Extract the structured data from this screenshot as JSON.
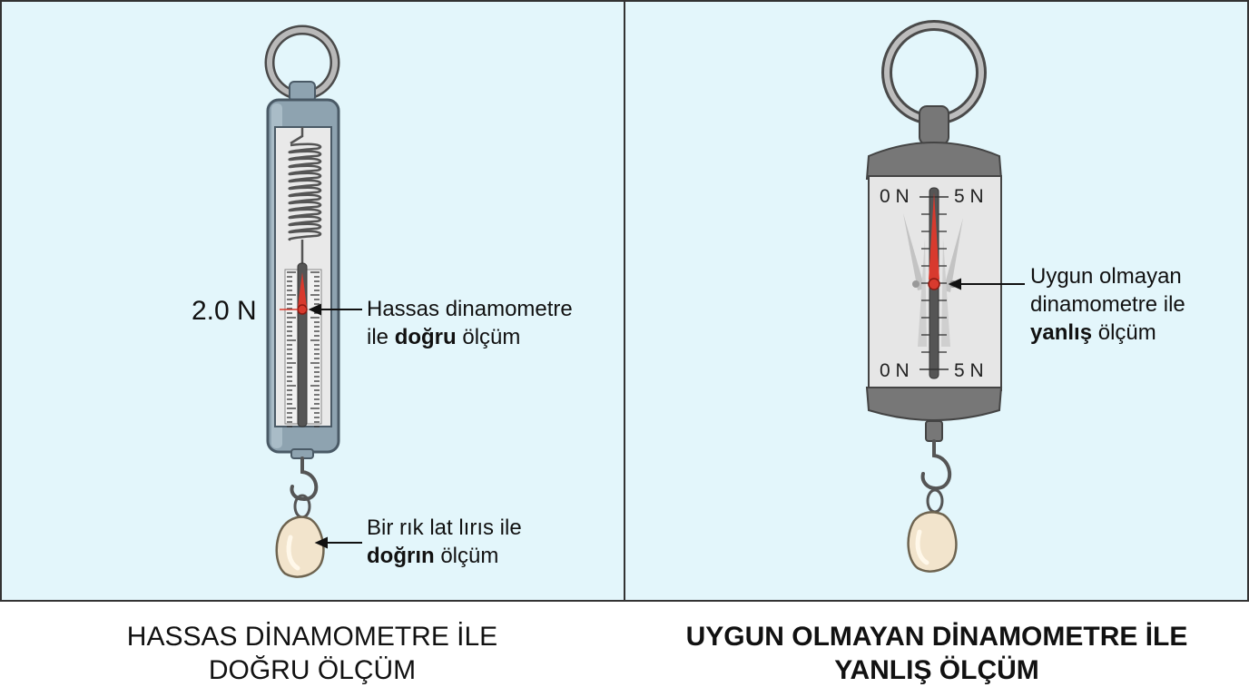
{
  "left": {
    "reading": "2.0 N",
    "annotation_main": {
      "line1": "Hassas dinamometre",
      "line2_prefix": "ile ",
      "line2_bold": "doğru",
      "line2_suffix": " ölçüm"
    },
    "annotation_weight": {
      "line1": "Bir rık lat lırıs ile",
      "line2_bold": "doğrın",
      "line2_suffix": " ölçüm"
    },
    "caption": {
      "line1": "HASSAS DİNAMOMETRE İLE",
      "line2": "DOĞRU ÖLÇÜM"
    }
  },
  "right": {
    "scale_top_left": "0 N",
    "scale_top_right": "5 N",
    "scale_bottom_left": "0 N",
    "scale_bottom_right": "5 N",
    "annotation": {
      "line1": "Uygun olmayan",
      "line2": "dinamometre ile",
      "line3_bold": "yanlış",
      "line3_suffix": " ölçüm"
    },
    "caption": {
      "line1": "UYGUN OLMAYAN DİNAMOMETRE İLE",
      "line2": "YANLIŞ ÖLÇÜM"
    }
  },
  "colors": {
    "panel_background": "#e3f6fb",
    "indicator_red": "#d83a2e",
    "body_blue_gray": "#8ea3b0",
    "body_gray": "#777777",
    "weight": "#f2e4cc"
  }
}
